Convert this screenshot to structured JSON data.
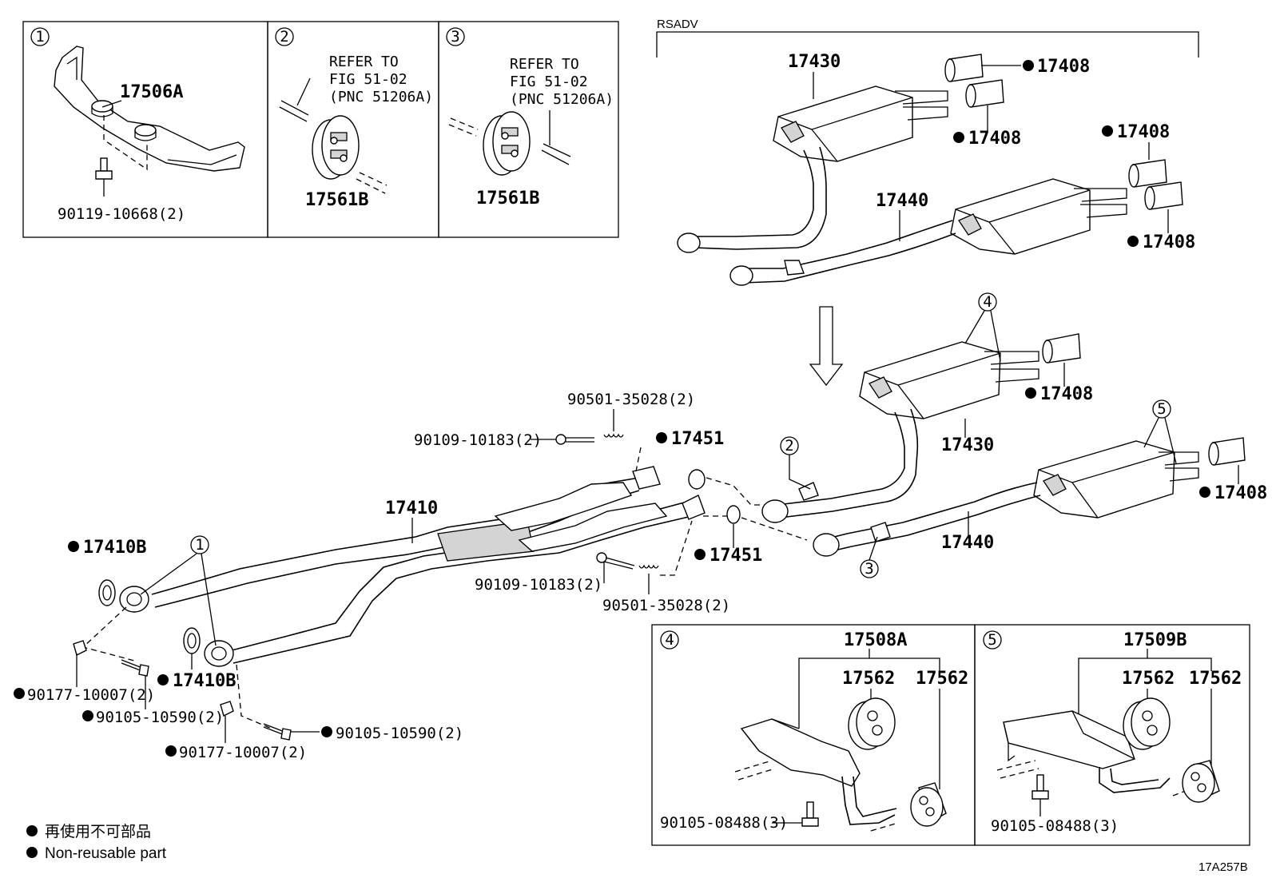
{
  "rsadv_label": "RSADV",
  "figure_code": "17A257B",
  "legend": {
    "jp": "再使用不可部品",
    "en": "Non-reusable part"
  },
  "detail_boxes": [
    {
      "num": "1",
      "parts": [
        "17506A",
        "90119-10668(2)"
      ]
    },
    {
      "num": "2",
      "refer": [
        "REFER TO",
        "FIG 51-02",
        "(PNC 51206A)"
      ],
      "parts": [
        "17561B"
      ]
    },
    {
      "num": "3",
      "refer": [
        "REFER TO",
        "FIG 51-02",
        "(PNC 51206A)"
      ],
      "parts": [
        "17561B"
      ]
    },
    {
      "num": "4",
      "parts": [
        "17508A",
        "17562",
        "17562",
        "90105-08488(3)"
      ]
    },
    {
      "num": "5",
      "parts": [
        "17509B",
        "17562",
        "17562",
        "90105-08488(3)"
      ]
    }
  ],
  "rsadv_parts": {
    "muffler_a": "17430",
    "muffler_b": "17440",
    "tips": [
      "17408",
      "17408",
      "17408",
      "17408"
    ]
  },
  "main_parts": {
    "front_pipe": "17410",
    "gasket_a": "17410B",
    "gasket_b": "17410B",
    "nut_a": "90177-10007(2)",
    "nut_b": "90177-10007(2)",
    "bolt_a": "90105-10590(2)",
    "bolt_b": "90105-10590(2)",
    "flange_bolt_a": "90109-10183(2)",
    "flange_bolt_b": "90109-10183(2)",
    "spring_a": "90501-35028(2)",
    "spring_b": "90501-35028(2)",
    "gasket_c": "17451",
    "gasket_d": "17451",
    "muffler_a": "17430",
    "muffler_b": "17440",
    "tip_a": "17408",
    "tip_b": "17408"
  },
  "callouts": [
    "1",
    "2",
    "3",
    "4",
    "5"
  ]
}
